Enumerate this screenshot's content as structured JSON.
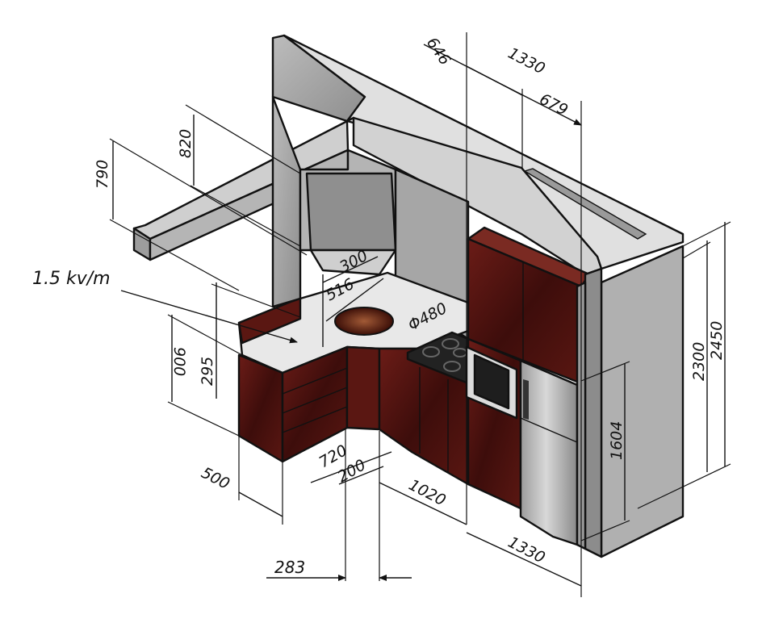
{
  "drawing": {
    "note": "1.5 kv/m",
    "dimensions": {
      "d646": "646",
      "d1330_top": "1330",
      "d679": "679",
      "d820": "820",
      "d790": "790",
      "d300": "300",
      "d516": "516",
      "d480": "Φ480",
      "d900": "900",
      "d295": "295",
      "d2300": "2300",
      "d2450": "2450",
      "d1604": "1604",
      "d500": "500",
      "d720": "720",
      "d200": "200",
      "d1020": "1020",
      "d1330_bottom": "1330",
      "d283": "283"
    }
  },
  "colors": {
    "wall": "#a8a8a8",
    "wall_dark": "#8c8c8c",
    "top": "#cfcfcf",
    "countertop": "#e6e6e6",
    "wood": "#4a1210",
    "wood_light": "#6a1e1a",
    "steel": "#bdbdbd",
    "line": "#111111"
  }
}
